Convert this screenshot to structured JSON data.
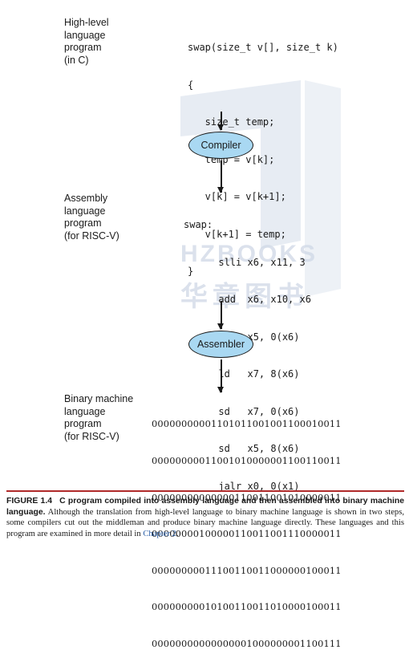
{
  "watermark": {
    "brand_text": "HZBOOKS",
    "chinese_text": "华章图书"
  },
  "high_level": {
    "label": "High-level\nlanguage\nprogram\n(in C)",
    "code": [
      "swap(size_t v[], size_t k)",
      "{",
      "   size_t temp;",
      "   temp = v[k];",
      "   v[k] = v[k+1];",
      "   v[k+1] = temp;",
      "}"
    ]
  },
  "compiler": {
    "label": "Compiler"
  },
  "assembly": {
    "label": "Assembly\nlanguage\nprogram\n(for RISC-V)",
    "code": [
      "swap:",
      "      slli x6, x11, 3",
      "      add  x6, x10, x6",
      "      ld   x5, 0(x6)",
      "      ld   x7, 8(x6)",
      "      sd   x7, 0(x6)",
      "      sd   x5, 8(x6)",
      "      jalr x0, 0(x1)"
    ]
  },
  "assembler": {
    "label": "Assembler"
  },
  "binary": {
    "label": "Binary machine\nlanguage\nprogram\n(for RISC-V)",
    "code": [
      "00000000001101011001001100010011",
      "00000000011001010000001100110011",
      "00000000000000110011001010000011",
      "00000000100000110011001110000011",
      "00000000011100110011000000100011",
      "00000000010100110011010000100011",
      "00000000000000001000000001100111"
    ]
  },
  "caption": {
    "fig_number": "FIGURE 1.4",
    "title": "C program compiled into assembly language and then assembled into binary machine language.",
    "body": " Although the translation from high-level language to binary machine language is shown in two steps, some compilers cut out the middleman and produce binary machine language directly. These languages and this program are examined in more detail in ",
    "link": "Chapter 2",
    "end": "."
  },
  "colors": {
    "node_fill": "#a9d8f2",
    "caption_rule": "#b02a2a",
    "link": "#2a5fa8",
    "watermark": "#cfd8e6"
  }
}
